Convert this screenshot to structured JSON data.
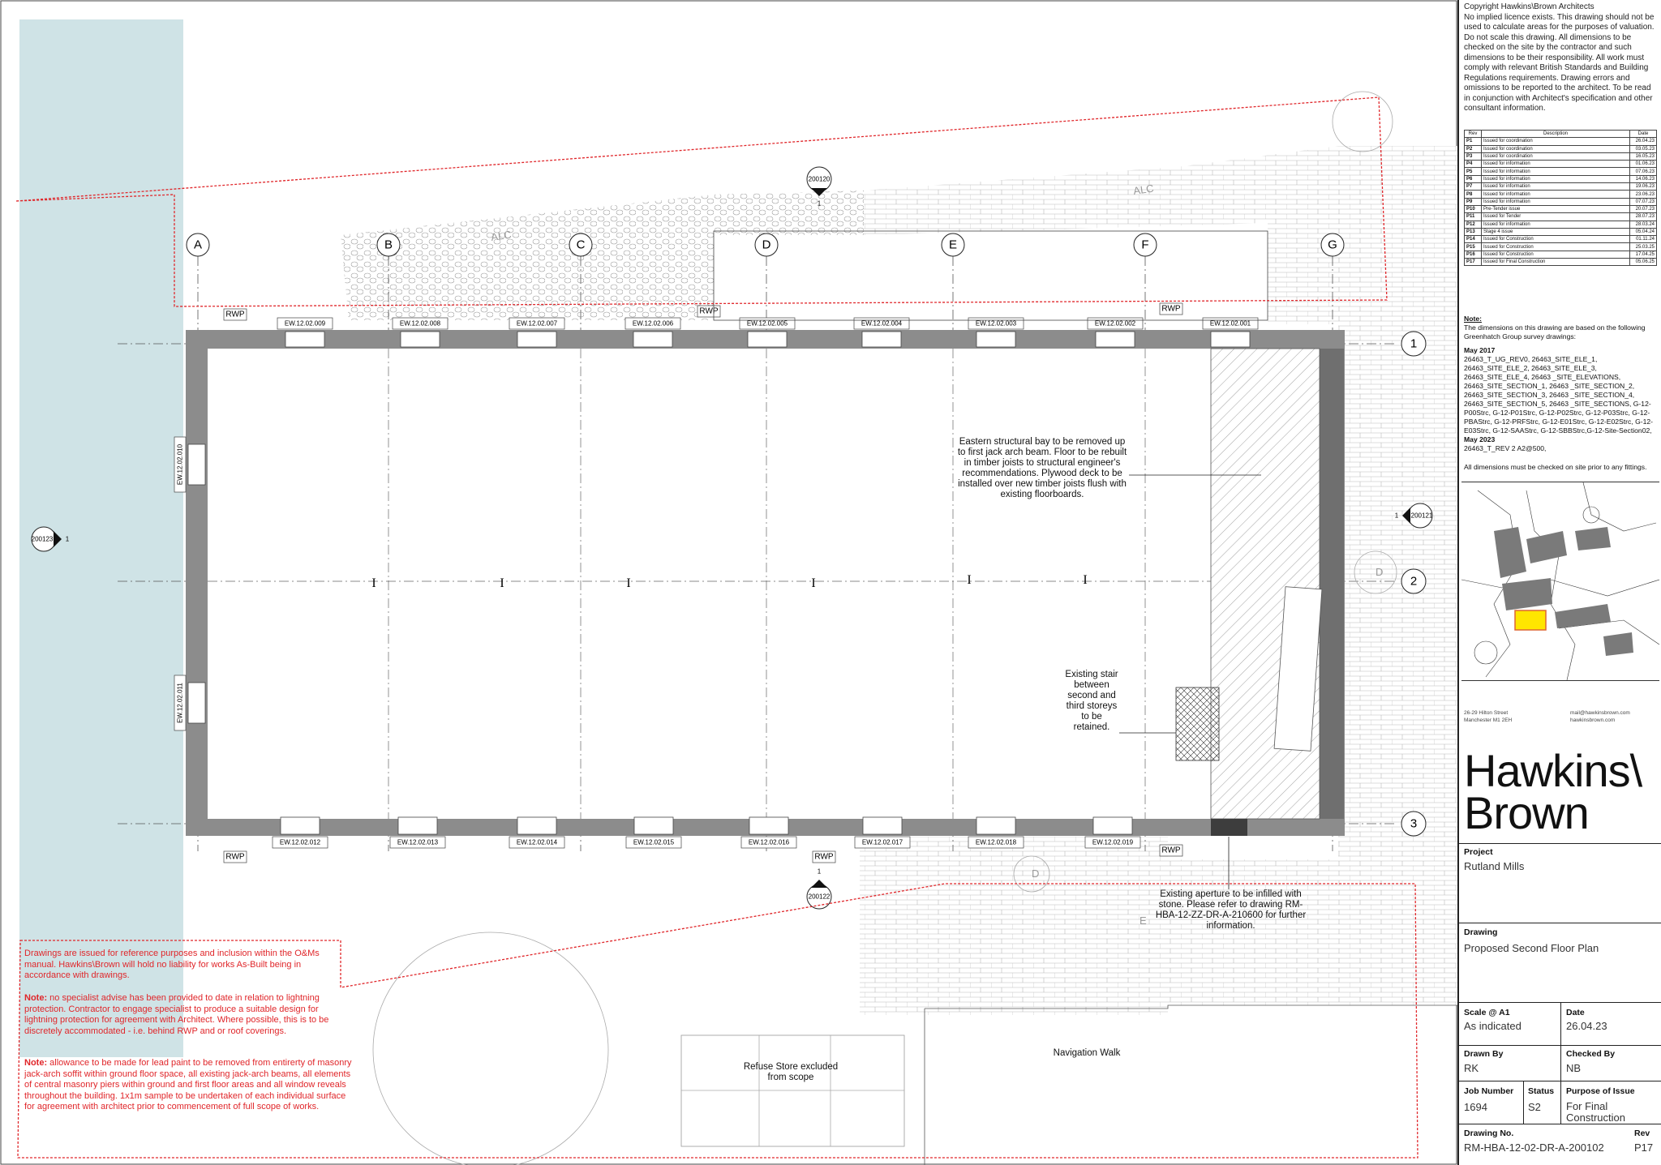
{
  "grid": {
    "columns": [
      "A",
      "B",
      "C",
      "D",
      "E",
      "F",
      "G"
    ],
    "rows": [
      "1",
      "2",
      "3"
    ]
  },
  "windows": {
    "north": [
      "EW.12.02.009",
      "EW.12.02.008",
      "EW.12.02.007",
      "EW.12.02.006",
      "EW.12.02.005",
      "EW.12.02.004",
      "EW.12.02.003",
      "EW.12.02.002",
      "EW.12.02.001"
    ],
    "south": [
      "EW.12.02.012",
      "EW.12.02.013",
      "EW.12.02.014",
      "EW.12.02.015",
      "EW.12.02.016",
      "EW.12.02.017",
      "EW.12.02.018",
      "EW.12.02.019"
    ],
    "west": [
      "EW.12.02.010",
      "EW.12.02.011"
    ]
  },
  "rwp_label": "RWP",
  "section_refs": {
    "top": "200120",
    "top_num": "1",
    "left": "200123",
    "left_num": "1",
    "right": "200121",
    "right_num": "1",
    "bottom": "200122",
    "bottom_num": "1"
  },
  "site_labels": {
    "alc_1": "ALC",
    "alc_2": "ALC",
    "d_1": "D",
    "d_2": "D",
    "e_1": "E"
  },
  "annotations": {
    "eastern_bay": "Eastern structural bay to be removed up to first jack arch beam. Floor to be rebuilt in timber joists to structural engineer's recommendations. Plywood deck to be installed over new timber joists flush with existing floorboards.",
    "stair": "Existing stair between second and third storeys to be retained.",
    "aperture": "Existing aperture to be infilled with stone. Please refer to drawing RM-HBA-12-ZZ-DR-A-210600 for further information.",
    "refuse": "Refuse Store excluded from scope",
    "navigation": "Navigation Walk"
  },
  "red_notes": {
    "reference": "Drawings are issued for reference purposes and inclusion within the O&Ms manual. Hawkins\\Brown will hold no liability for works As-Built being in accordance with drawings.",
    "note_label": "Note:",
    "lightning": "no specialist advise has been provided to date in relation to lightning protection. Contractor to engage specialist to produce a suitable design for lightning protection for agreement with Architect. Where possible, this is to be discretely accommodated - i.e. behind RWP and or roof coverings.",
    "lead_paint": "allowance to be made for lead paint to be removed from entirerty of masonry jack-arch soffit within ground floor space, all existing jack-arch beams, all elements of central masonry piers within ground and first floor areas and all window reveals throughout the building. 1x1m sample to be undertaken of each individual surface for agreement with architect prior to commencement of full scope of works."
  },
  "titleblock": {
    "copyright": "Copyright Hawkins\\Brown Architects\nNo implied licence exists. This drawing should not be used to calculate areas for the purposes of valuation. Do not scale this drawing. All dimensions to be checked on the site by the contractor and such dimensions to be their responsibility. All work must comply with relevant British Standards and Building Regulations requirements. Drawing errors and omissions to be reported to the architect. To be read in conjunction with Architect's specification and other consultant information.",
    "rev_headers": [
      "Rev",
      "Description",
      "Date"
    ],
    "revisions": [
      [
        "P1",
        "Issued for coordination",
        "26.04.23"
      ],
      [
        "P2",
        "Issued for coordination",
        "03.05.23"
      ],
      [
        "P3",
        "Issued for coordination",
        "16.05.23"
      ],
      [
        "P4",
        "Issued for information",
        "01.06.23"
      ],
      [
        "P5",
        "Issued for information",
        "07.06.23"
      ],
      [
        "P6",
        "Issued for information",
        "14.06.23"
      ],
      [
        "P7",
        "Issued for information",
        "19.06.23"
      ],
      [
        "P8",
        "Issued for information",
        "23.06.23"
      ],
      [
        "P9",
        "Issued for information",
        "07.07.23"
      ],
      [
        "P10",
        "Pre-Tender issue",
        "20.07.23"
      ],
      [
        "P11",
        "Issued for Tender",
        "28.07.23"
      ],
      [
        "P12",
        "Issued for information",
        "28.03.24"
      ],
      [
        "P13",
        "Stage 4 issue",
        "05.04.24"
      ],
      [
        "P14",
        "Issued for Construction",
        "01.11.24"
      ],
      [
        "P15",
        "Issued for Construction",
        "25.03.25"
      ],
      [
        "P16",
        "Issued for Construction",
        "17.04.25"
      ],
      [
        "P17",
        "Issued for Final Construction",
        "05.06.25"
      ]
    ],
    "notes_title": "Note:",
    "notes_intro": "The dimensions on this drawing are based on the following Greenhatch Group survey drawings:",
    "may2017": "May 2017",
    "may2017_list": "26463_T_UG_REV0, 26463_SITE_ELE_1, 26463_SITE_ELE_2, 26463_SITE_ELE_3, 26463_SITE_ELE_4, 26463 _SITE_ELEVATIONS, 26463_SITE_SECTION_1, 26463 _SITE_SECTION_2, 26463_SITE_SECTION_3, 26463 _SITE_SECTION_4, 26463_SITE_SECTION_5, 26463 _SITE_SECTIONS, G-12-P00Strc, G-12-P01Strc, G-12-P02Strc, G-12-P03Strc, G-12-PBAStrc, G-12-PRFStrc, G-12-E01Strc, G-12-E02Strc, G-12-E03Strc, G-12-SAAStrc, G-12-SBBStrc,G-12-Site-Section02,",
    "may2023": "May 2023",
    "may2023_list": "26463_T_REV 2 A2@500,",
    "check_note": "All dimensions must be checked on site prior to any fittings.",
    "address": "26-29 Hilton Street\nManchester M1 2EH",
    "web": "mail@hawkinsbrown.com\nhawkinsbrown.com",
    "logo_line1": "Hawkins\\",
    "logo_line2": "Brown",
    "project_label": "Project",
    "project": "Rutland Mills",
    "drawing_label": "Drawing",
    "drawing": "Proposed Second Floor Plan",
    "scale_label": "Scale @ A1",
    "scale": "As indicated",
    "date_label": "Date",
    "date": "26.04.23",
    "drawn_label": "Drawn By",
    "drawn": "RK",
    "checked_label": "Checked By",
    "checked": "NB",
    "job_label": "Job  Number",
    "job": "1694",
    "status_label": "Status",
    "status": "S2",
    "purpose_label": "Purpose of Issue",
    "purpose": "For Final Construction",
    "drawingno_label": "Drawing No.",
    "drawingno": "RM-HBA-12-02-DR-A-200102",
    "rev_label": "Rev",
    "rev": "P17"
  }
}
